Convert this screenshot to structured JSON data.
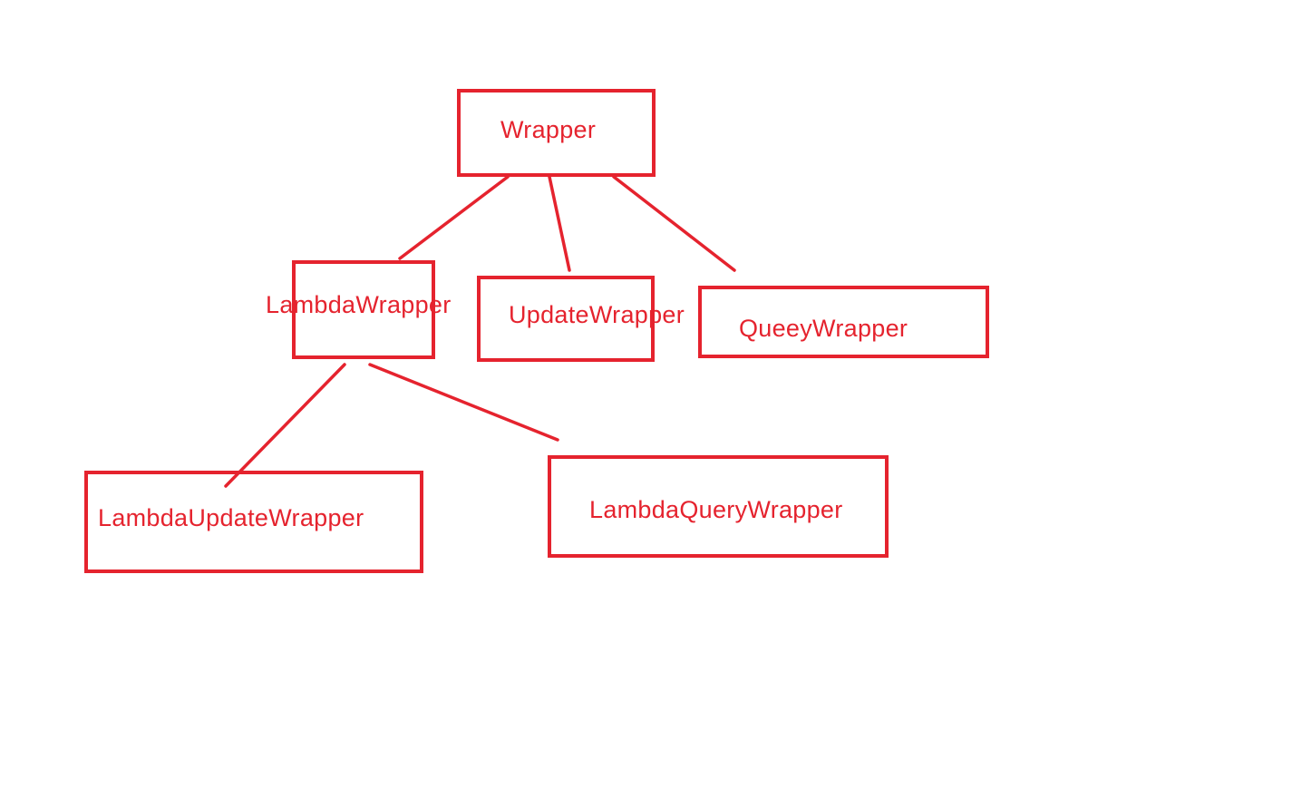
{
  "colors": {
    "stroke": "#e5232e",
    "text": "#e5232e",
    "background": "#ffffff"
  },
  "nodes": {
    "wrapper": "Wrapper",
    "lambda_wrapper": "LambdaWrapper",
    "update_wrapper": "UpdateWrapper",
    "query_wrapper": "QueeyWrapper",
    "lambda_update_wrapper": "LambdaUpdateWrapper",
    "lambda_query_wrapper": "LambdaQueryWrapper"
  },
  "edges": [
    {
      "from": "Wrapper",
      "to": "LambdaWrapper"
    },
    {
      "from": "Wrapper",
      "to": "UpdateWrapper"
    },
    {
      "from": "Wrapper",
      "to": "QueeyWrapper"
    },
    {
      "from": "LambdaWrapper",
      "to": "LambdaUpdateWrapper"
    },
    {
      "from": "LambdaWrapper",
      "to": "LambdaQueryWrapper"
    }
  ]
}
